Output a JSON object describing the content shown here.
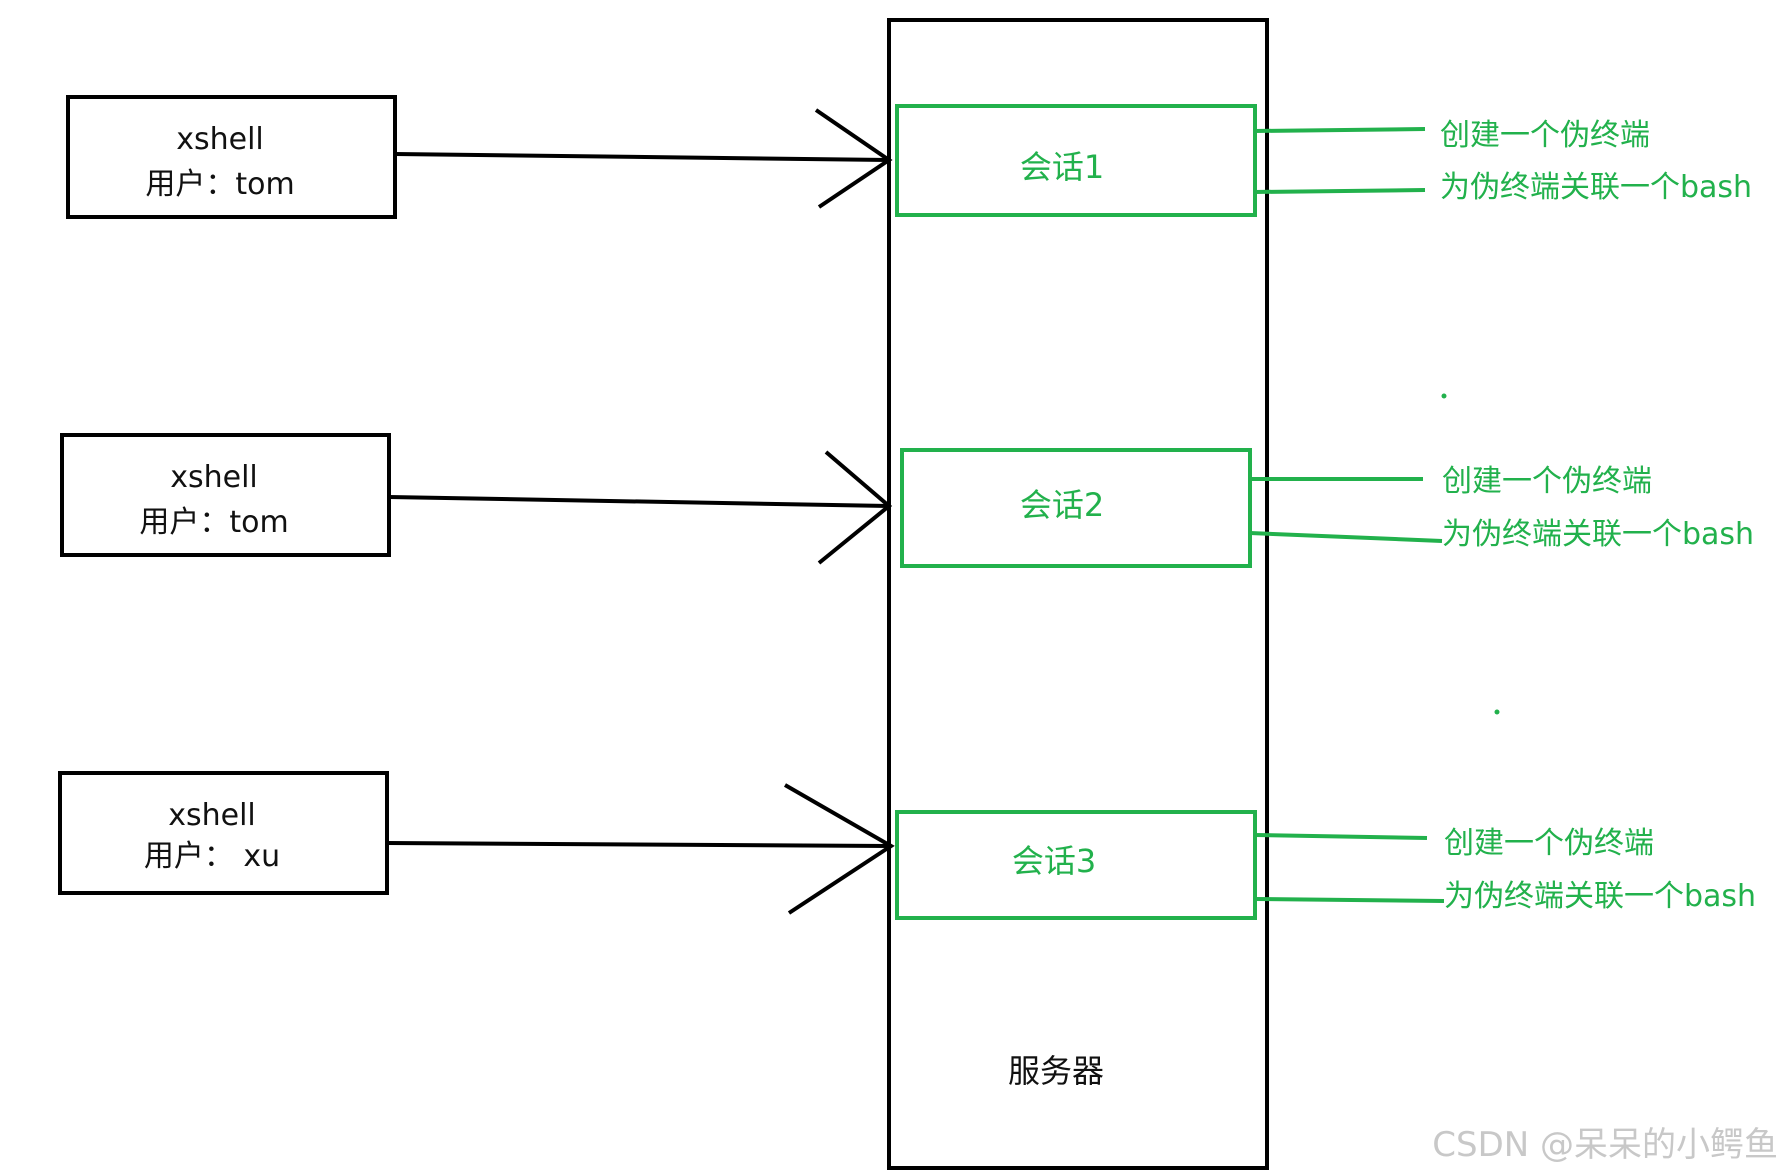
{
  "clients": [
    {
      "app": "xshell",
      "user": "用户：tom"
    },
    {
      "app": "xshell",
      "user": "用户：tom"
    },
    {
      "app": "xshell",
      "user": "用户：  xu"
    }
  ],
  "server": {
    "label": "服务器"
  },
  "sessions": [
    {
      "label": "会话1",
      "notes": [
        "创建一个伪终端",
        "为伪终端关联一个bash"
      ]
    },
    {
      "label": "会话2",
      "notes": [
        "创建一个伪终端",
        "为伪终端关联一个bash"
      ]
    },
    {
      "label": "会话3",
      "notes": [
        "创建一个伪终端",
        "为伪终端关联一个bash"
      ]
    }
  ],
  "colors": {
    "session": "#22b14c",
    "stroke": "#000000"
  },
  "watermark": "CSDN @呆呆的小鳄鱼"
}
